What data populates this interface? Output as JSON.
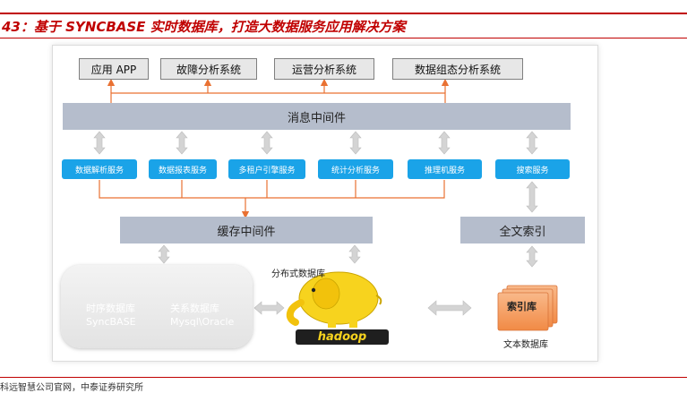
{
  "title": "43：基于 SYNCBASE 实时数据库，打造大数据服务应用解决方案",
  "top_systems": [
    "应用 APP",
    "故障分析系统",
    "运营分析系统",
    "数据组态分析系统"
  ],
  "message_middleware": "消息中间件",
  "services": [
    "数据解析服务",
    "数据报表服务",
    "多租户引擎服务",
    "统计分析服务",
    "推理机服务",
    "搜索服务"
  ],
  "cache_middleware": "缓存中间件",
  "fulltext_index": "全文索引",
  "databases": {
    "timeseries": {
      "line1": "时序数据库",
      "line2": "SyncBASE"
    },
    "relational": {
      "line1": "关系数据库",
      "line2": "Mysql\\Oracle"
    }
  },
  "distributed_db_label": "分布式数据库",
  "hadoop_label": "hadoop",
  "index_label": "索引库",
  "text_db_label": "文本数据库",
  "source": "科远智慧公司官网，中泰证券研究所",
  "colors": {
    "accent": "#c00000",
    "service_blue": "#1aa3e8",
    "bar_gray": "#b5bdcc",
    "arrow_orange": "#e97132",
    "elephant_yellow": "#f7d31e",
    "db_blue": "#2a6fc2"
  }
}
